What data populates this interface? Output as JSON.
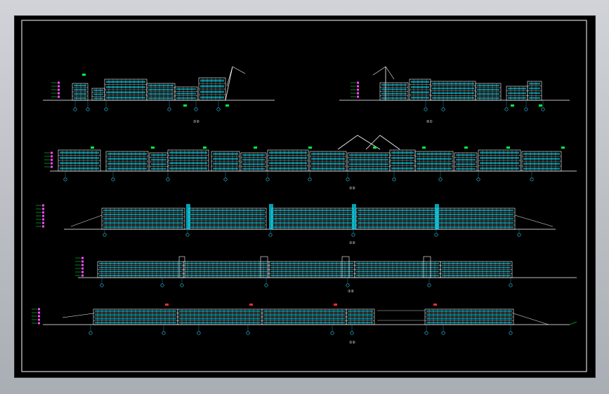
{
  "drawing": {
    "labels": [
      "①②",
      "②①",
      "①②",
      "①②",
      "①②",
      "①②"
    ],
    "colors": {
      "background": "#000000",
      "frame": "#b8bcc1",
      "border": "#ffffff",
      "wall": "#ffffff",
      "window": "#00e5ff",
      "accent_green": "#00ff3c",
      "accent_red": "#ff2a2a",
      "accent_magenta": "#ff4dff",
      "ground": "#ffffff",
      "gridline": "#2fd7ff"
    }
  }
}
